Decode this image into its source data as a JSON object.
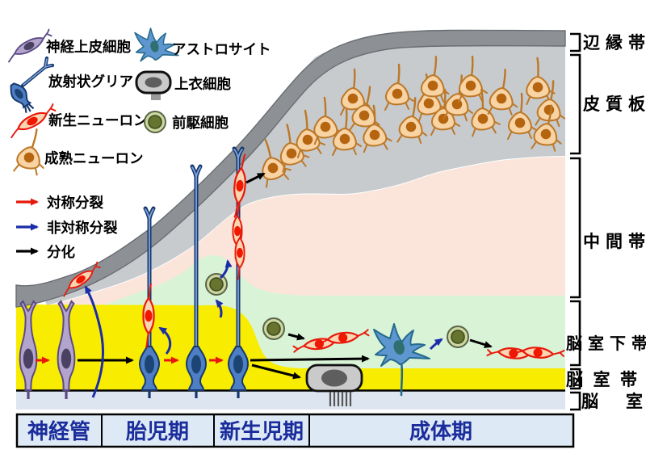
{
  "legend": {
    "cells": [
      {
        "label": "神経上皮細胞",
        "icon": "neuroepithelial-cell-icon"
      },
      {
        "label": "放射状グリア",
        "icon": "radial-glia-icon"
      },
      {
        "label": "新生ニューロン",
        "icon": "newborn-neuron-icon"
      },
      {
        "label": "成熟ニューロン",
        "icon": "mature-neuron-icon"
      },
      {
        "label": "アストロサイト",
        "icon": "astrocyte-icon"
      },
      {
        "label": "上衣細胞",
        "icon": "ependymal-cell-icon"
      },
      {
        "label": "前駆細胞",
        "icon": "progenitor-cell-icon"
      }
    ],
    "arrows": [
      {
        "label": "対称分裂",
        "color": "#e8190c"
      },
      {
        "label": "非対称分裂",
        "color": "#1b2da8"
      },
      {
        "label": "分化",
        "color": "#000000"
      }
    ]
  },
  "zones": [
    {
      "label": "辺縁帯"
    },
    {
      "label": "皮質板"
    },
    {
      "label": "中間帯"
    },
    {
      "label": "脳室下帯"
    },
    {
      "label": "脳室帯"
    },
    {
      "label": "脳室"
    }
  ],
  "stages": [
    {
      "label": "神経管"
    },
    {
      "label": "胎児期"
    },
    {
      "label": "新生児期"
    },
    {
      "label": "成体期"
    }
  ],
  "colors": {
    "marginal_band": "#8d9195",
    "cortical_plate": "#c7cbce",
    "intermediate_zone": "#fbe5da",
    "subventricular_zone": "#d9f3d7",
    "ventricular_zone": "#f8ed00",
    "ventricle": "#dde5f0",
    "stage_bar_fill": "#ddeaf5",
    "stage_text": "#1b2c9c",
    "symmetric_arrow": "#e8190c",
    "asymmetric_arrow": "#1b2da8",
    "differentiation_arrow": "#000000"
  }
}
